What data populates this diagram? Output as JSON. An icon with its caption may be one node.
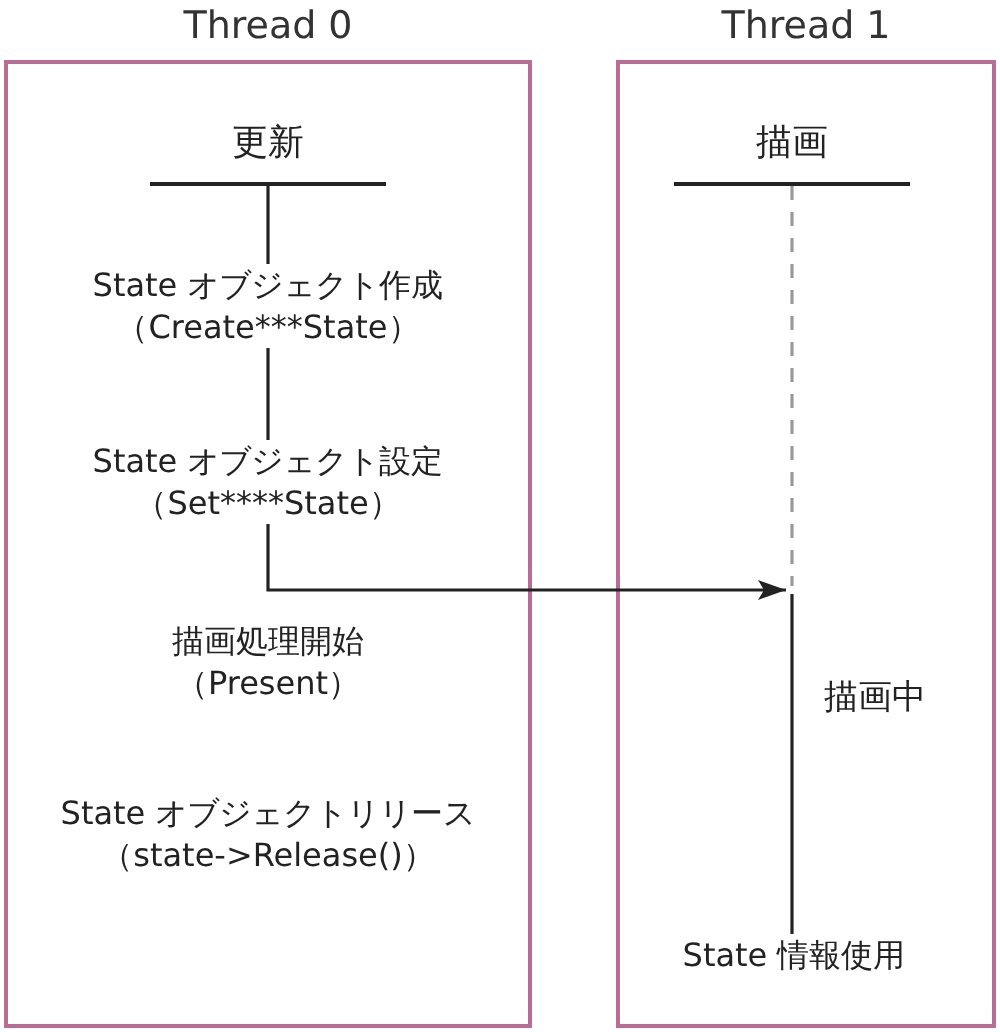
{
  "diagram": {
    "nodes": [
      {
        "text": [
          "Thread 0"
        ]
      },
      {
        "text": [
          "更新"
        ],
        "in": 0
      },
      {
        "text": [
          "State オブジェクト作成",
          "（Create***State）"
        ],
        "in": 0
      },
      {
        "text": [
          "State オブジェクト設定",
          "（Set****State）"
        ],
        "in": 0
      },
      {
        "text": [
          "描画処理開始",
          "（Present）"
        ],
        "in": 0
      },
      {
        "text": [
          "State オブジェクトリリース",
          "（state->Release()）"
        ],
        "in": 0
      },
      {
        "text": [
          "Thread 1"
        ]
      },
      {
        "text": [
          "描画"
        ],
        "in": 6
      },
      {
        "text": [
          "State 情報使用"
        ],
        "in": 6
      }
    ],
    "edges": [
      {
        "from": 1,
        "to": 2,
        "arrow": "none"
      },
      {
        "from": 2,
        "to": 3,
        "arrow": "none"
      },
      {
        "from": 3,
        "to": null,
        "arrow": "to"
      },
      {
        "from": 7,
        "to": null,
        "arrow": "none",
        "style": "dashed",
        "color": "#999999"
      },
      {
        "from": null,
        "to": 8,
        "arrow": "none",
        "label": "描画中"
      }
    ]
  }
}
